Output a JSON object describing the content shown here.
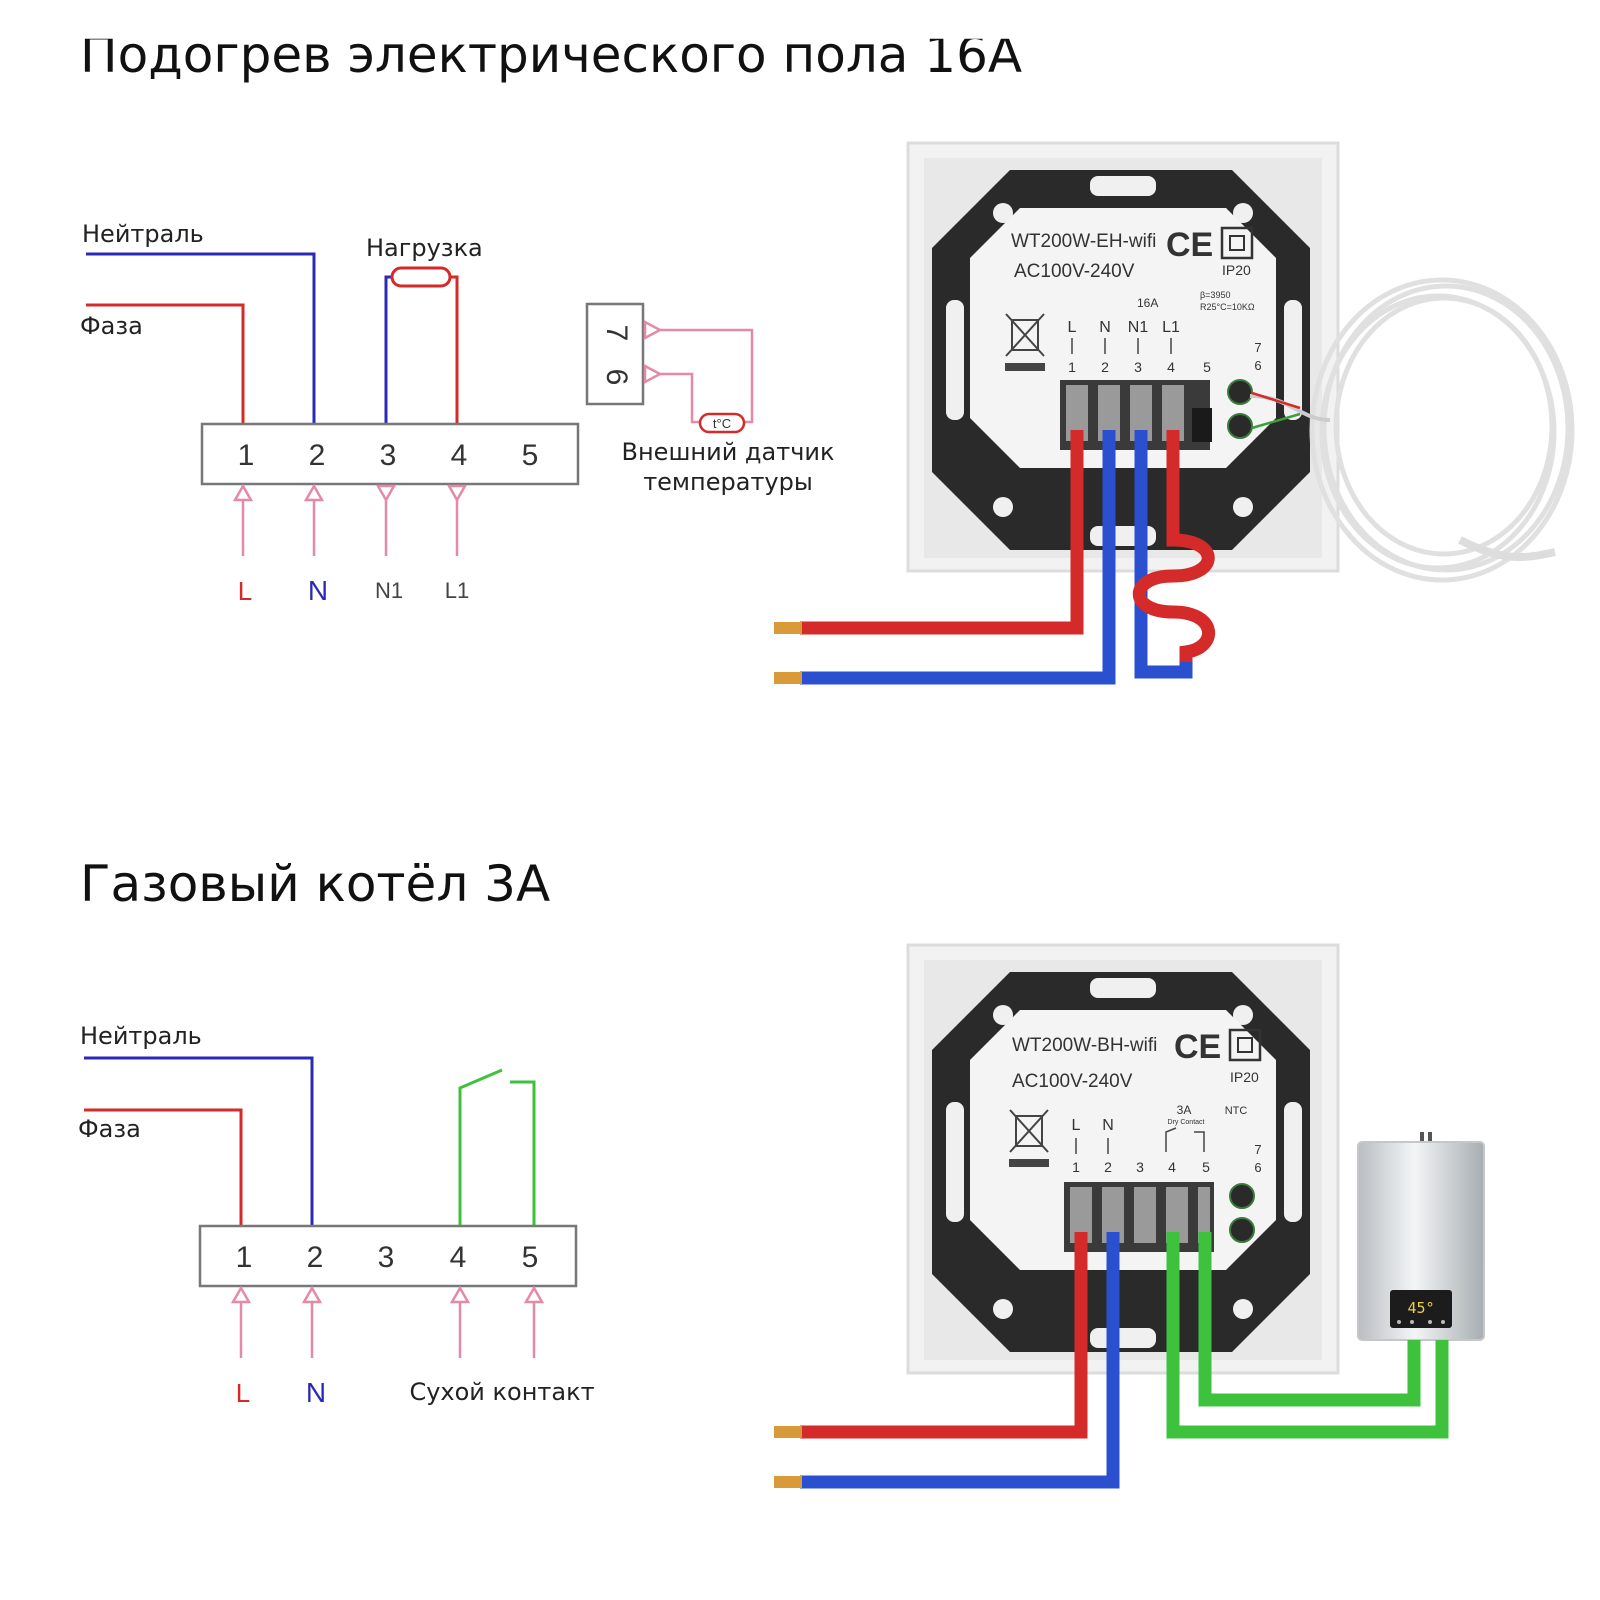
{
  "titles": {
    "top": "Подогрев электрического пола 16A",
    "bottom": "Газовый котёл 3A"
  },
  "floor": {
    "neutral_label": "Нейтраль",
    "phase_label": "Фаза",
    "load_label": "Нагрузка",
    "terminals": [
      "1",
      "2",
      "3",
      "4",
      "5"
    ],
    "bottom_labels": [
      "L",
      "N",
      "N1",
      "L1"
    ],
    "sensor_terminals": [
      "7",
      "6"
    ],
    "sensor_symbol": "t°C",
    "sensor_label_line1": "Внешний датчик",
    "sensor_label_line2": "температуры",
    "device": {
      "model": "WT200W-EH-wifi",
      "voltage": "AC100V-240V",
      "ip": "IP20",
      "rating": "16A",
      "beta": "β=3950",
      "resistance": "R25°C=10KΩ",
      "pin_letters": [
        "L",
        "N",
        "N1",
        "L1"
      ],
      "pin_numbers": [
        "1",
        "2",
        "3",
        "4",
        "5"
      ],
      "sensor_pins": [
        "7",
        "6"
      ]
    }
  },
  "boiler": {
    "neutral_label": "Нейтраль",
    "phase_label": "Фаза",
    "terminals": [
      "1",
      "2",
      "3",
      "4",
      "5"
    ],
    "bottom_labels": [
      "L",
      "N"
    ],
    "dry_contact_label": "Сухой контакт",
    "device": {
      "model": "WT200W-BH-wifi",
      "voltage": "AC100V-240V",
      "ip": "IP20",
      "rating": "3A",
      "rating_sub": "Dry Contact",
      "ntc": "NTC",
      "pin_letters": [
        "L",
        "N"
      ],
      "pin_numbers": [
        "1",
        "2",
        "3",
        "4",
        "5"
      ],
      "sensor_pins": [
        "7",
        "6"
      ]
    },
    "boiler_display": "45°"
  },
  "colors": {
    "phase": "#d42a2a",
    "neutral": "#2a2ab4",
    "dry": "#3ec23e",
    "arrow": "#e48aa6",
    "sensor_wire": "#e48aa6"
  }
}
